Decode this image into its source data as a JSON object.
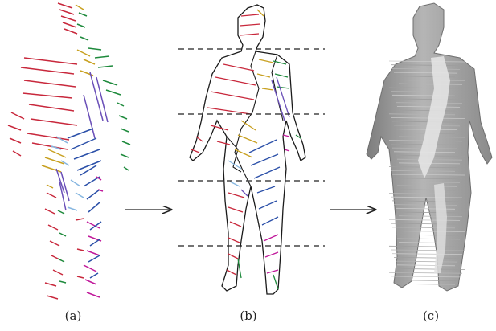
{
  "captions": {
    "a": "(a)",
    "b": "(b)",
    "c": "(c)"
  },
  "colors": {
    "red": "#c8283c",
    "gold": "#c8a020",
    "green": "#1e8a3c",
    "purple": "#6a4fb8",
    "blue": "#2a4fa8",
    "lightblue": "#86b6e0",
    "magenta": "#c0189a",
    "outline": "#1a1a1a",
    "mesh_light": "#d8d8d8",
    "mesh_dark": "#8c8c8c"
  },
  "arrows": [
    "arrow-a-to-b",
    "arrow-b-to-c"
  ]
}
